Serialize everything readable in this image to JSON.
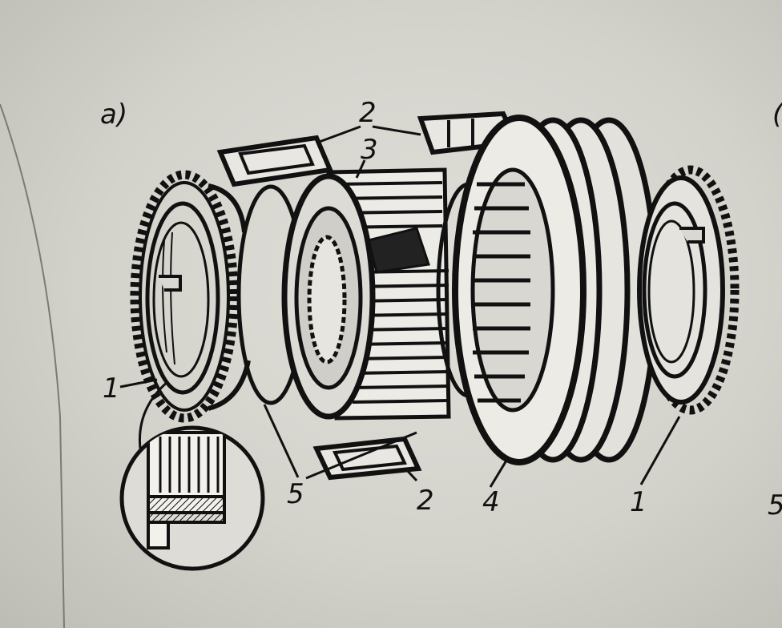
{
  "figure": {
    "panel_label": "а)",
    "edge_fragment_top": "(",
    "edge_fragment_right": "5"
  },
  "callouts": {
    "ring_left": "1",
    "ring_right": "1",
    "cracker_top": "2",
    "cracker_bottom": "2",
    "hub": "3",
    "sleeve": "4",
    "springs": "5"
  }
}
